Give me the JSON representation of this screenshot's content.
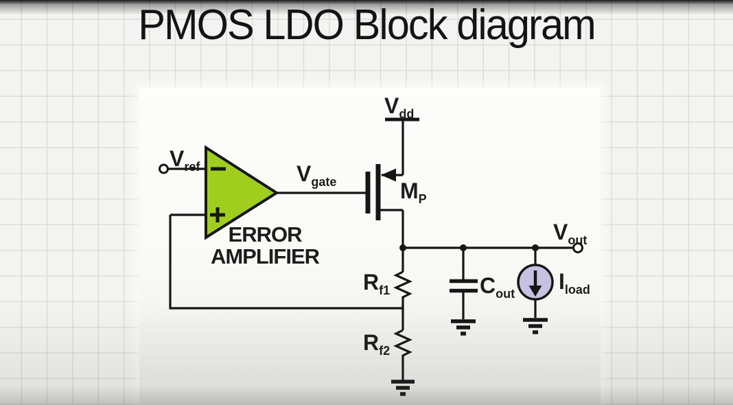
{
  "title": "PMOS LDO Block diagram",
  "diagram": {
    "labels": {
      "vref": {
        "main": "V",
        "sub": "ref"
      },
      "vgate": {
        "main": "V",
        "sub": "gate"
      },
      "vdd": {
        "main": "V",
        "sub": "dd"
      },
      "mp": {
        "main": "M",
        "sub": "P"
      },
      "vout": {
        "main": "V",
        "sub": "out"
      },
      "rf1": {
        "main": "R",
        "sub": "f1"
      },
      "rf2": {
        "main": "R",
        "sub": "f2"
      },
      "cout": {
        "main": "C",
        "sub": "out"
      },
      "iload": {
        "main": "I",
        "sub": "load"
      },
      "amplifier_line1": "ERROR",
      "amplifier_line2": "AMPLIFIER"
    },
    "colors": {
      "opamp_fill": "#9fce1f",
      "current_source_fill": "#c7c2e2",
      "wire": "#161616"
    }
  }
}
